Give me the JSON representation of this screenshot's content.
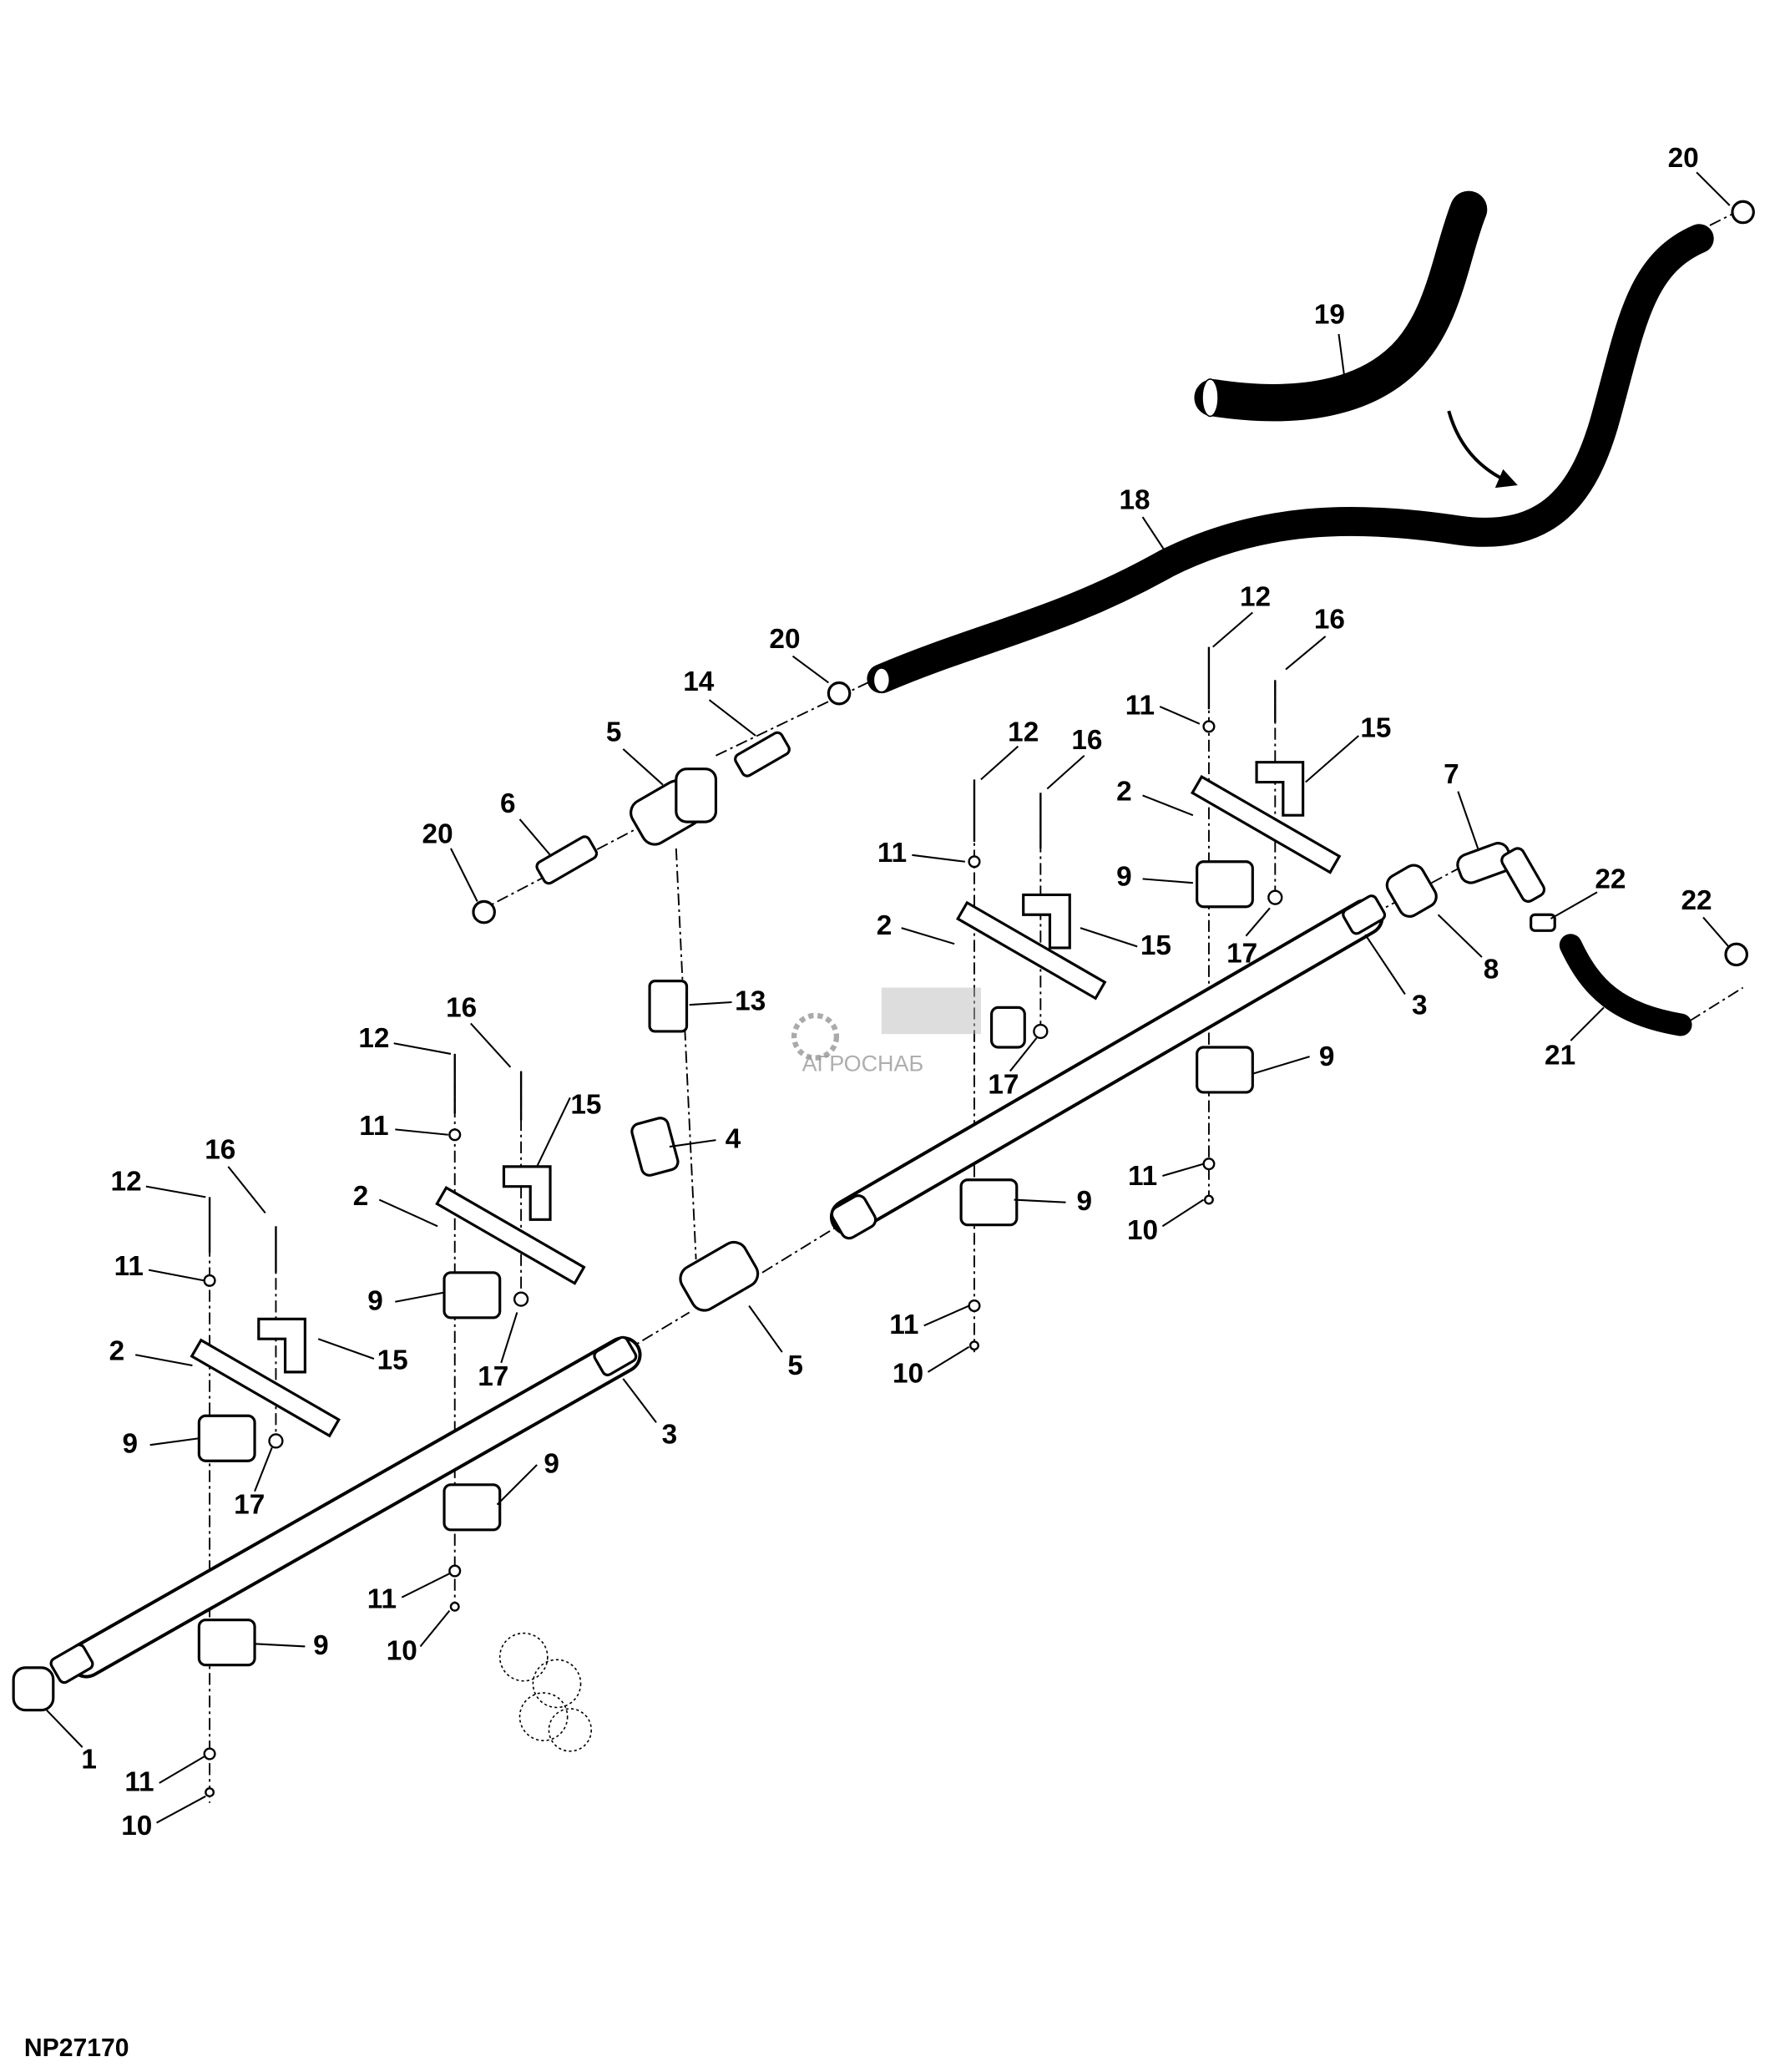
{
  "figure_id": "NP27170",
  "watermark": "ООО АГРОСНАБ",
  "callouts": [
    "20",
    "19",
    "18",
    "20",
    "14",
    "5",
    "12",
    "16",
    "11",
    "15",
    "2",
    "12",
    "16",
    "6",
    "20",
    "11",
    "9",
    "7",
    "22",
    "22",
    "17",
    "15",
    "2",
    "8",
    "3",
    "13",
    "21",
    "9",
    "17",
    "16",
    "12",
    "15",
    "11",
    "4",
    "11",
    "2",
    "9",
    "10",
    "16",
    "12",
    "11",
    "9",
    "17",
    "2",
    "15",
    "5",
    "11",
    "10",
    "9",
    "3",
    "9",
    "17",
    "11",
    "10",
    "9",
    "1",
    "11",
    "10"
  ]
}
